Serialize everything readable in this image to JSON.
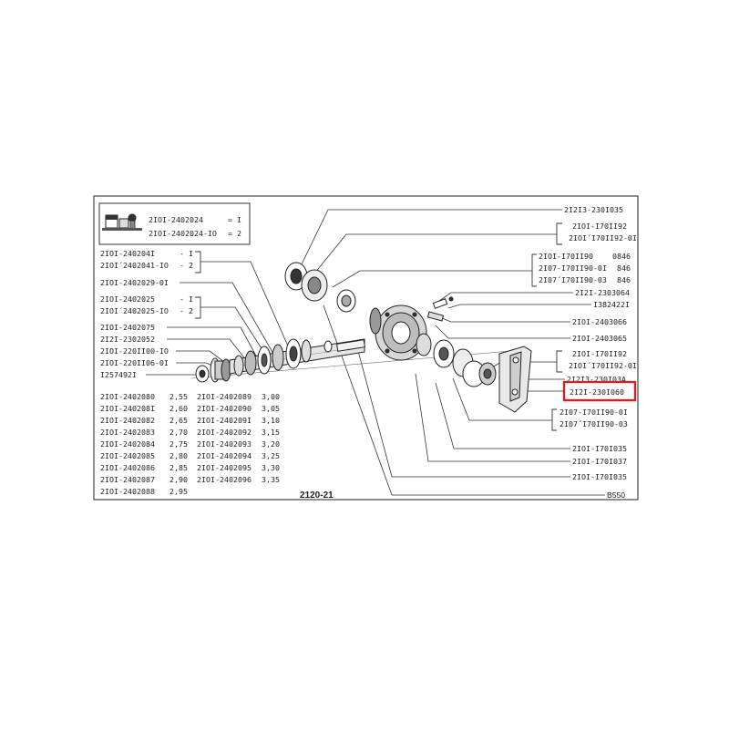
{
  "diagram": {
    "figure_id": "2120-21",
    "sheet_code": "B550",
    "highlight_color": "#d42020",
    "legend": {
      "icon": "parts-kit-icon",
      "rows": [
        {
          "part": "2IOI-2402024",
          "qty": "= I"
        },
        {
          "part": "2IOI-2402024-IO",
          "qty": "= 2"
        }
      ]
    },
    "left_callouts": {
      "group1": [
        {
          "part": "2IOI-240204I",
          "qty": "- I"
        },
        {
          "part": "2IOI´2402041-IO",
          "qty": "- 2"
        }
      ],
      "seal": "2IOI-2402029-0I",
      "group2": [
        {
          "part": "2IOI-2402025",
          "qty": "- I"
        },
        {
          "part": "2IOI´2402025-IO",
          "qty": "- 2"
        }
      ],
      "singles": [
        "2IOI-2402075",
        "2I2I-2302052",
        "2IOI-220II00-IO",
        "2IOI-220II06-0I",
        "I257492I"
      ]
    },
    "shim_table": {
      "col1": [
        {
          "part": "2IOI-2402080",
          "size": "2,55"
        },
        {
          "part": "2IOI-240208I",
          "size": "2,60"
        },
        {
          "part": "2IOI-2402082",
          "size": "2,65"
        },
        {
          "part": "2IOI-2402083",
          "size": "2,70"
        },
        {
          "part": "2IOI-2402084",
          "size": "2,75"
        },
        {
          "part": "2IOI-2402085",
          "size": "2,80"
        },
        {
          "part": "2IOI-2402086",
          "size": "2,85"
        },
        {
          "part": "2IOI-2402087",
          "size": "2,90"
        },
        {
          "part": "2IOI-2402088",
          "size": "2,95"
        }
      ],
      "col2": [
        {
          "part": "2IOI-2402089",
          "size": "3,00"
        },
        {
          "part": "2IOI-2402090",
          "size": "3,05"
        },
        {
          "part": "2IOI-240209I",
          "size": "3,10"
        },
        {
          "part": "2IOI-2402092",
          "size": "3,15"
        },
        {
          "part": "2IOI-2402093",
          "size": "3,20"
        },
        {
          "part": "2IOI-2402094",
          "size": "3,25"
        },
        {
          "part": "2IOI-2402095",
          "size": "3,30"
        },
        {
          "part": "2IOI-2402096",
          "size": "3,35"
        }
      ]
    },
    "right_callouts": {
      "top": "2I2I3-230I035",
      "bearing_group1": [
        "2IOI-I70II92",
        "2IOI´I70II92-0I"
      ],
      "bearing_group2": [
        {
          "part": "2IOI-I70II90",
          "qty": "0846"
        },
        {
          "part": "2I07-I70II90-0I",
          "qty": "846"
        },
        {
          "part": "2I07´I70II90-03",
          "qty": "846"
        }
      ],
      "mid": [
        "2I2I-2303064",
        "I382422I",
        "2IOI-2403066",
        "2IOI-2403065"
      ],
      "bearing_group3": [
        "2IOI-I70II92",
        "2IOI´I70II92-0I"
      ],
      "hidden": "2I2I3-230I03A",
      "highlighted": "2I2I-230I060",
      "bearing_group4": [
        "2I07-I70II90-0I",
        "2I07´I70II90-03"
      ],
      "bottom": [
        "2IOI-I70I035",
        "2IOI-I70I037",
        "2IOI-I70I035"
      ]
    }
  }
}
